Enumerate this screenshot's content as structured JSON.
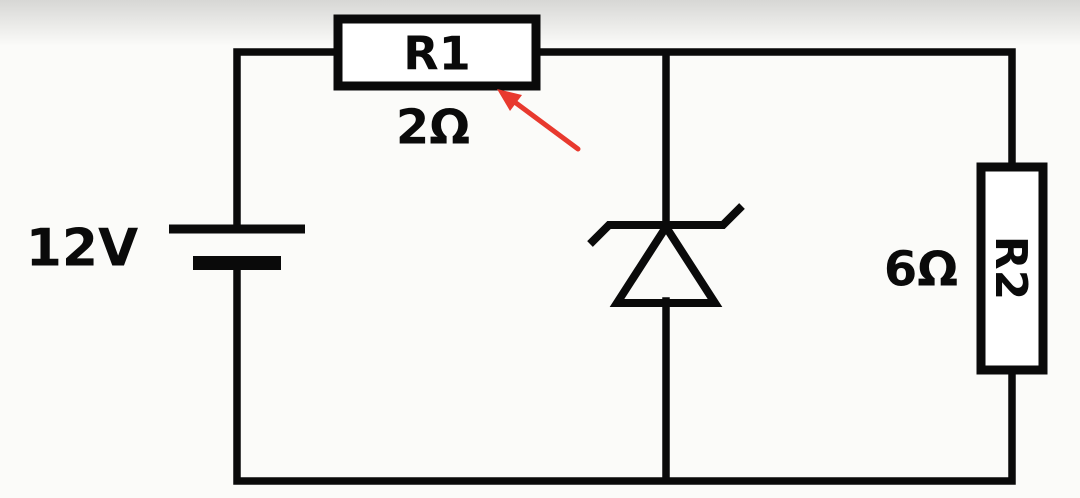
{
  "page": {
    "background_color": "#fbfbf9",
    "top_band_color": "#d7d7d5"
  },
  "circuit": {
    "description": "zener-diode-voltage-regulator-schematic",
    "line_color": "#0a0a0a",
    "battery": {
      "label": "12V"
    },
    "r1": {
      "label": "R1",
      "value": "2Ω"
    },
    "zener_diode": {
      "name": "zener-diode"
    },
    "r2": {
      "label": "R2",
      "value": "6Ω"
    },
    "annotation_arrow": {
      "color": "#e8392e",
      "target": "R1"
    }
  }
}
